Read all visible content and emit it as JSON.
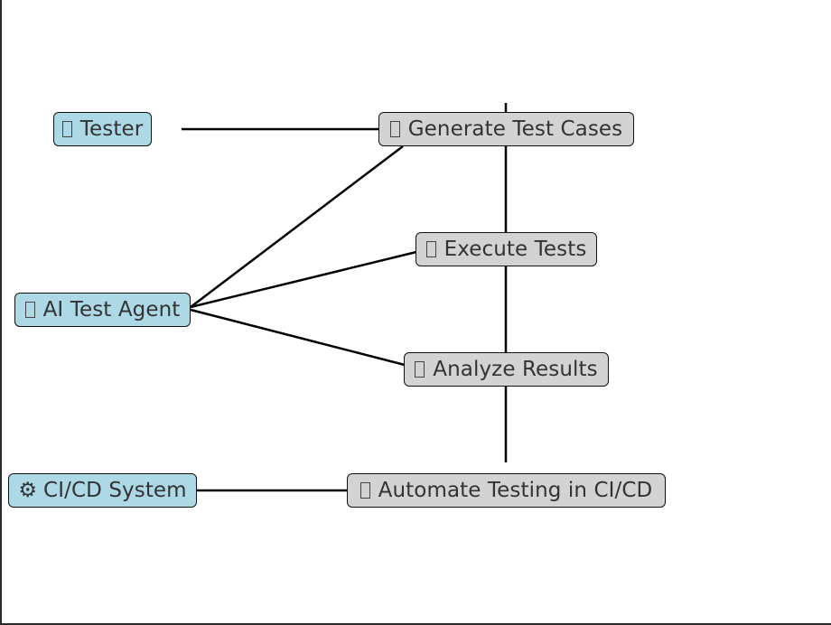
{
  "actors": {
    "tester": {
      "label": "Tester",
      "icon": "missing-glyph-icon"
    },
    "ai_agent": {
      "label": "AI Test Agent",
      "icon": "missing-glyph-icon"
    },
    "cicd": {
      "label": "CI/CD System",
      "icon": "gear-icon",
      "glyph": "⚙"
    }
  },
  "steps": {
    "generate": {
      "label": "Generate Test Cases",
      "icon": "missing-glyph-icon"
    },
    "execute": {
      "label": "Execute Tests",
      "icon": "missing-glyph-icon"
    },
    "analyze": {
      "label": "Analyze Results",
      "icon": "missing-glyph-icon"
    },
    "automate": {
      "label": "Automate Testing in CI/CD",
      "icon": "missing-glyph-icon"
    }
  },
  "colors": {
    "actor_fill": "#add8e6",
    "step_fill": "#d3d3d3",
    "edge": "#000000"
  }
}
